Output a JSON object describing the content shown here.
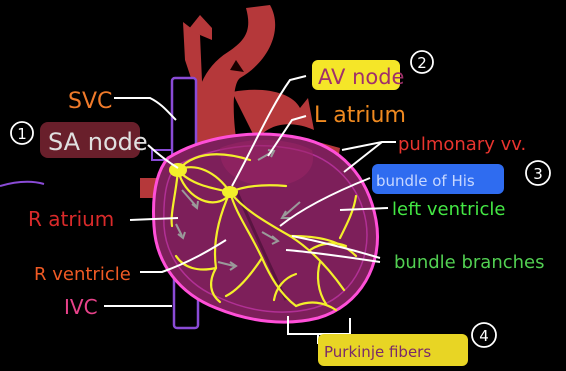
{
  "labels": {
    "svc": "SVC",
    "sa_node": "SA node",
    "sa_num": "1",
    "av_node": "AV node",
    "av_num": "2",
    "l_atrium": "L atrium",
    "pulmonary_vv": "pulmonary vv.",
    "bundle_of_his": "bundle of His",
    "his_num": "3",
    "left_ventricle": "left ventricle",
    "bundle_branches": "bundle branches",
    "r_atrium": "R atrium",
    "r_ventricle": "R ventricle",
    "ivc": "IVC",
    "purkinje_fibers": "Purkinje fibers",
    "purkinje_num": "4"
  },
  "colors": {
    "background": "#000000",
    "aorta": "#b5383a",
    "heart": "#7d1f5a",
    "heart_outline": "#ff4fd8",
    "vena_cava": "#8a4bd6",
    "conduction": "#f3ef2b",
    "svc_text": "#f07a2a",
    "sa_highlight": "#c0384f",
    "av_highlight": "#f5e628",
    "latrium_text": "#f08a20",
    "pulm_text": "#e8342e",
    "his_highlight": "#2f6cf0",
    "lv_text": "#44e844",
    "bb_text": "#52d052",
    "ratrium_text": "#d92a2a",
    "rv_text": "#f05a24",
    "ivc_text": "#e8428a",
    "purkinje_highlight": "#e8d524",
    "leader": "#ffffff"
  }
}
